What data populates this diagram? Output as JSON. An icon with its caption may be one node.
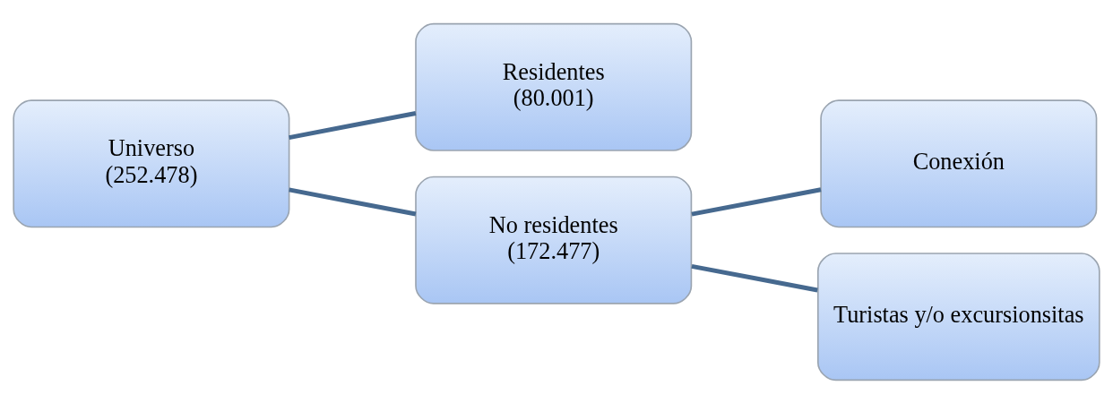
{
  "diagram": {
    "nodes": [
      {
        "text": [
          "Universo",
          "(252.478)"
        ]
      },
      {
        "text": [
          "Residentes",
          "(80.001)"
        ]
      },
      {
        "text": [
          "No residentes",
          "(172.477)"
        ]
      },
      {
        "text": [
          "Conexión"
        ]
      },
      {
        "text": [
          "Turistas y/o excursionsitas"
        ]
      }
    ],
    "edges": [
      {
        "from": 0,
        "to": 1,
        "arrow": "none"
      },
      {
        "from": 0,
        "to": 2,
        "arrow": "none"
      },
      {
        "from": 2,
        "to": 3,
        "arrow": "none"
      },
      {
        "from": 2,
        "to": 4,
        "arrow": "none"
      }
    ]
  }
}
